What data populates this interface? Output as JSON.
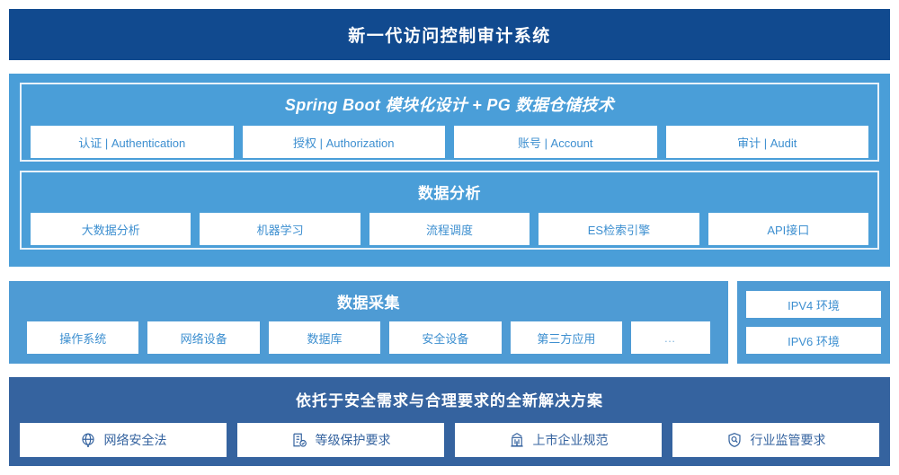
{
  "header": {
    "title": "新一代访问控制审计系统",
    "bg_color": "#114a8f"
  },
  "colors": {
    "light_blue": "#4a9ed8",
    "dark_blue": "#35639f",
    "header_blue": "#114a8f",
    "chip_text_blue": "#3d8fd0",
    "panel_border": "#e9f2fa"
  },
  "platform": {
    "springboot": {
      "title": "Spring Boot 模块化设计 + PG 数据仓储技术",
      "items": [
        {
          "label": "认证 | Authentication"
        },
        {
          "label": "授权 | Authorization"
        },
        {
          "label": "账号 | Account"
        },
        {
          "label": "审计 | Audit"
        }
      ]
    },
    "analysis": {
      "title": "数据分析",
      "items": [
        {
          "label": "大数据分析"
        },
        {
          "label": "机器学习"
        },
        {
          "label": "流程调度"
        },
        {
          "label": "ES检索引擎"
        },
        {
          "label": "API接口"
        }
      ]
    }
  },
  "collection": {
    "title": "数据采集",
    "items": [
      {
        "label": "操作系统"
      },
      {
        "label": "网络设备"
      },
      {
        "label": "数据库"
      },
      {
        "label": "安全设备"
      },
      {
        "label": "第三方应用"
      },
      {
        "label": "…"
      }
    ]
  },
  "environments": {
    "items": [
      {
        "label": "IPV4 环境"
      },
      {
        "label": "IPV6 环境"
      }
    ]
  },
  "solution": {
    "title": "依托于安全需求与合理要求的全新解决方案",
    "items": [
      {
        "label": "网络安全法",
        "icon": "globe-network-icon"
      },
      {
        "label": "等级保护要求",
        "icon": "document-check-icon"
      },
      {
        "label": "上市企业规范",
        "icon": "bank-building-icon"
      },
      {
        "label": "行业监管要求",
        "icon": "shield-search-icon"
      }
    ]
  }
}
